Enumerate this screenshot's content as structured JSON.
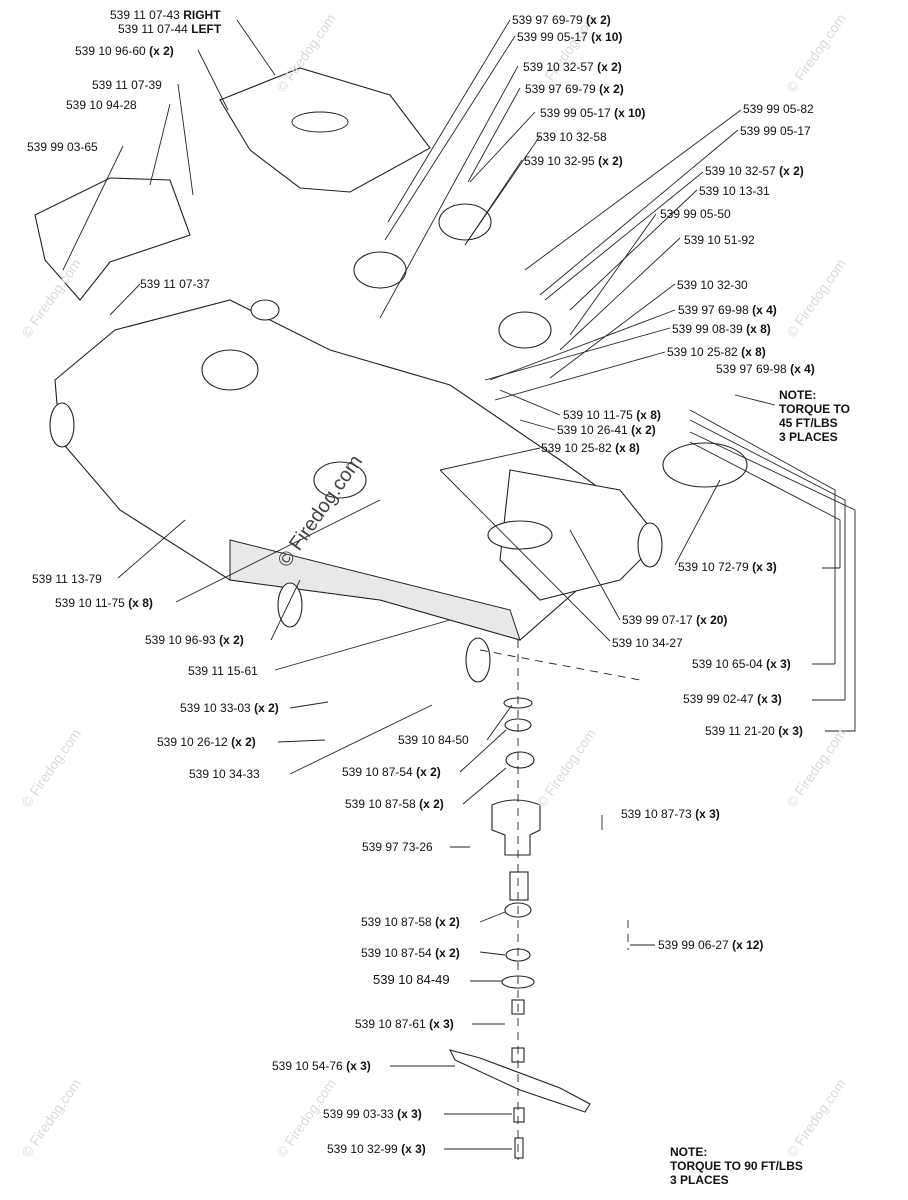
{
  "labels": [
    {
      "id": "l1",
      "part": "539 11 07-43",
      "qty": "RIGHT"
    },
    {
      "id": "l2",
      "part": "539 11 07-44",
      "qty": "LEFT"
    },
    {
      "id": "l3",
      "part": "539 10 96-60",
      "qty": "(x 2)"
    },
    {
      "id": "l4",
      "part": "539 11 07-39",
      "qty": ""
    },
    {
      "id": "l5",
      "part": "539 10 94-28",
      "qty": ""
    },
    {
      "id": "l6",
      "part": "539 99 03-65",
      "qty": ""
    },
    {
      "id": "l7",
      "part": "539 11 07-37",
      "qty": ""
    },
    {
      "id": "l8",
      "part": "539 97 69-79",
      "qty": "(x 2)"
    },
    {
      "id": "l9",
      "part": "539 99 05-17",
      "qty": "(x 10)"
    },
    {
      "id": "l10",
      "part": "539 10 32-57",
      "qty": "(x 2)"
    },
    {
      "id": "l11",
      "part": "539 97 69-79",
      "qty": "(x 2)"
    },
    {
      "id": "l12",
      "part": "539 99 05-17",
      "qty": "(x 10)"
    },
    {
      "id": "l13",
      "part": "539 10 32-58",
      "qty": ""
    },
    {
      "id": "l14",
      "part": "539 10 32-95",
      "qty": "(x 2)"
    },
    {
      "id": "l15",
      "part": "539 99 05-82",
      "qty": ""
    },
    {
      "id": "l16",
      "part": "539 99 05-17",
      "qty": ""
    },
    {
      "id": "l17",
      "part": "539 10 32-57",
      "qty": "(x 2)"
    },
    {
      "id": "l18",
      "part": "539 10 13-31",
      "qty": ""
    },
    {
      "id": "l19",
      "part": "539 99 05-50",
      "qty": ""
    },
    {
      "id": "l20",
      "part": "539 10 51-92",
      "qty": ""
    },
    {
      "id": "l21",
      "part": "539 10 32-30",
      "qty": ""
    },
    {
      "id": "l22",
      "part": "539 97 69-98",
      "qty": "(x 4)"
    },
    {
      "id": "l23",
      "part": "539 99 08-39",
      "qty": "(x 8)"
    },
    {
      "id": "l24",
      "part": "539 10 25-82",
      "qty": "(x 8)"
    },
    {
      "id": "l25",
      "part": "539 97 69-98",
      "qty": "(x 4)"
    },
    {
      "id": "l26",
      "part": "539 10 11-75",
      "qty": "(x 8)"
    },
    {
      "id": "l27",
      "part": "539 10 26-41",
      "qty": "(x 2)"
    },
    {
      "id": "l28",
      "part": "539 10 25-82",
      "qty": "(x 8)"
    },
    {
      "id": "l29",
      "part": "539 11 13-79",
      "qty": ""
    },
    {
      "id": "l30",
      "part": "539 10 11-75",
      "qty": "(x 8)"
    },
    {
      "id": "l31",
      "part": "539 10 72-79",
      "qty": "(x 3)"
    },
    {
      "id": "l32",
      "part": "539 99 07-17",
      "qty": "(x 20)"
    },
    {
      "id": "l33",
      "part": "539 10 96-93",
      "qty": "(x 2)"
    },
    {
      "id": "l34",
      "part": "539 10 34-27",
      "qty": ""
    },
    {
      "id": "l35",
      "part": "539 11 15-61",
      "qty": ""
    },
    {
      "id": "l36",
      "part": "539 10 65-04",
      "qty": "(x 3)"
    },
    {
      "id": "l37",
      "part": "539 99 02-47",
      "qty": "(x 3)"
    },
    {
      "id": "l38",
      "part": "539 10 33-03",
      "qty": "(x 2)"
    },
    {
      "id": "l39",
      "part": "539 11 21-20",
      "qty": "(x 3)"
    },
    {
      "id": "l40",
      "part": "539 10 26-12",
      "qty": "(x 2)"
    },
    {
      "id": "l41",
      "part": "539 10 84-50",
      "qty": ""
    },
    {
      "id": "l42",
      "part": "539 10 34-33",
      "qty": ""
    },
    {
      "id": "l43",
      "part": "539 10 87-54",
      "qty": "(x 2)"
    },
    {
      "id": "l44",
      "part": "539 10 87-58",
      "qty": "(x 2)"
    },
    {
      "id": "l45",
      "part": "539 10 87-73",
      "qty": "(x 3)"
    },
    {
      "id": "l46",
      "part": "539 97 73-26",
      "qty": ""
    },
    {
      "id": "l47",
      "part": "539 10 87-58",
      "qty": "(x 2)"
    },
    {
      "id": "l48",
      "part": "539 99 06-27",
      "qty": "(x 12)"
    },
    {
      "id": "l49",
      "part": "539 10 87-54",
      "qty": "(x 2)"
    },
    {
      "id": "l50",
      "part": "539 10 84-49",
      "qty": ""
    },
    {
      "id": "l51",
      "part": "539 10 87-61",
      "qty": "(x 3)"
    },
    {
      "id": "l52",
      "part": "539 10 54-76",
      "qty": "(x 3)"
    },
    {
      "id": "l53",
      "part": "539 99 03-33",
      "qty": "(x 3)"
    },
    {
      "id": "l54",
      "part": "539 10 32-99",
      "qty": "(x 3)"
    }
  ],
  "notes": [
    {
      "id": "n1",
      "text": "NOTE:\nTORQUE TO\n45 FT/LBS\n3 PLACES"
    },
    {
      "id": "n2",
      "text": "NOTE:\nTORQUE TO 90 FT/LBS\n3 PLACES"
    }
  ],
  "watermark": {
    "text": "© Firedog.com"
  }
}
